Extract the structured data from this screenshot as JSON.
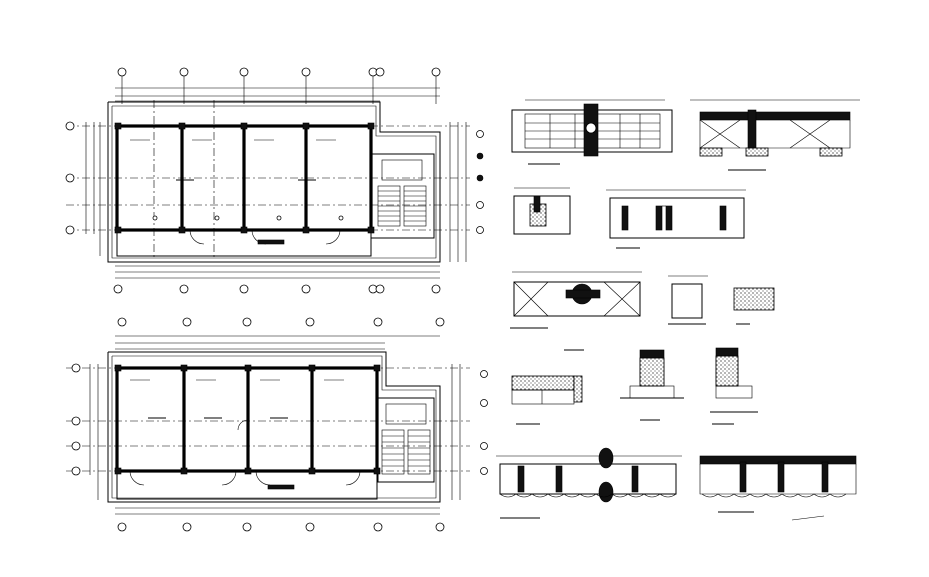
{
  "drawing": {
    "background": "#ffffff",
    "ink": "#000000",
    "sheet_contents": [
      "ground-floor-plan",
      "first-floor-plan",
      "structural-section-details"
    ]
  }
}
